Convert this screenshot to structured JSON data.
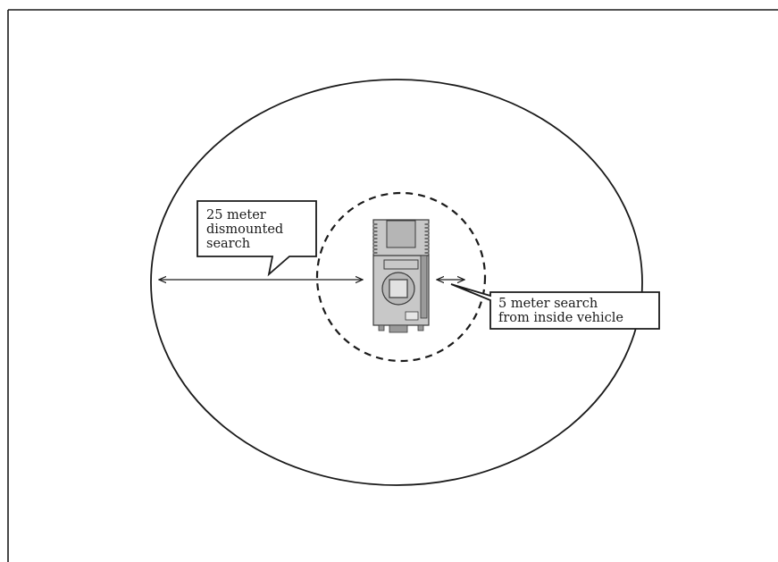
{
  "callouts": {
    "dismounted": {
      "lines": [
        "25 meter",
        "dismounted",
        "search"
      ]
    },
    "vehicle": {
      "lines": [
        "5 meter search",
        "from inside vehicle"
      ]
    }
  },
  "colors": {
    "ink": "#1a1a1a",
    "vehicle_body": "#c8c8c8",
    "vehicle_dark": "#6e6e6e",
    "background": "#ffffff"
  },
  "icons": {
    "vehicle": "vehicle-top-view-icon"
  }
}
